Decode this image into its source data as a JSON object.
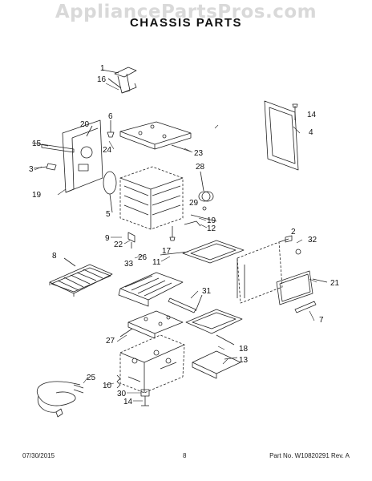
{
  "header": {
    "watermark": "AppliancePartsPros.com",
    "title": "CHASSIS PARTS"
  },
  "footer": {
    "date": "07/30/2015",
    "page": "8",
    "part_info": "Part No. W10820291 Rev. A"
  },
  "callouts": [
    "1",
    "16",
    "6",
    "20",
    "15",
    "24",
    "3",
    "19",
    "5",
    "23",
    "28",
    "29",
    "19",
    "17",
    "12",
    "9",
    "22",
    "26",
    "11",
    "2",
    "32",
    "14",
    "4",
    "8",
    "33",
    "31",
    "21",
    "7",
    "27",
    "18",
    "13",
    "25",
    "10",
    "30",
    "14"
  ],
  "colors": {
    "line": "#222222",
    "watermark": "#d9d9d9"
  }
}
